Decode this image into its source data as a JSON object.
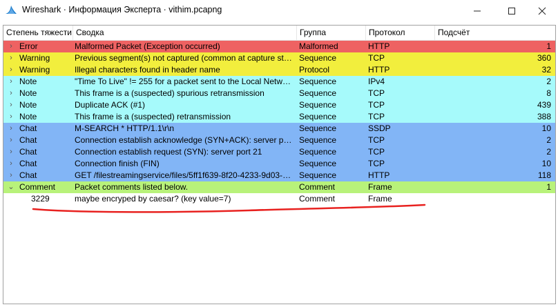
{
  "window": {
    "title": "Wireshark · Информация Эксперта · vithim.pcapng"
  },
  "table": {
    "columns": [
      "Степень тяжести",
      "Сводка",
      "Группа",
      "Протокол",
      "Подсчёт"
    ],
    "rows": [
      {
        "arrow": "›",
        "severity": "Error",
        "summary": "Malformed Packet (Exception occurred)",
        "group": "Malformed",
        "protocol": "HTTP",
        "count": "1",
        "color": "#ee6262"
      },
      {
        "arrow": "›",
        "severity": "Warning",
        "summary": "Previous segment(s) not captured (common at capture sta...",
        "group": "Sequence",
        "protocol": "TCP",
        "count": "360",
        "color": "#f2ee3d"
      },
      {
        "arrow": "›",
        "severity": "Warning",
        "summary": "Illegal characters found in header name",
        "group": "Protocol",
        "protocol": "HTTP",
        "count": "32",
        "color": "#f2ee3d"
      },
      {
        "arrow": "›",
        "severity": "Note",
        "summary": "\"Time To Live\" != 255 for a packet sent to the Local Networ...",
        "group": "Sequence",
        "protocol": "IPv4",
        "count": "2",
        "color": "#a6fafb"
      },
      {
        "arrow": "›",
        "severity": "Note",
        "summary": "This frame is a (suspected) spurious retransmission",
        "group": "Sequence",
        "protocol": "TCP",
        "count": "8",
        "color": "#a6fafb"
      },
      {
        "arrow": "›",
        "severity": "Note",
        "summary": "Duplicate ACK (#1)",
        "group": "Sequence",
        "protocol": "TCP",
        "count": "439",
        "color": "#a6fafb"
      },
      {
        "arrow": "›",
        "severity": "Note",
        "summary": "This frame is a (suspected) retransmission",
        "group": "Sequence",
        "protocol": "TCP",
        "count": "388",
        "color": "#a6fafb"
      },
      {
        "arrow": "›",
        "severity": "Chat",
        "summary": "M-SEARCH * HTTP/1.1\\r\\n",
        "group": "Sequence",
        "protocol": "SSDP",
        "count": "10",
        "color": "#82b5f6"
      },
      {
        "arrow": "›",
        "severity": "Chat",
        "summary": "Connection establish acknowledge (SYN+ACK): server por...",
        "group": "Sequence",
        "protocol": "TCP",
        "count": "2",
        "color": "#82b5f6"
      },
      {
        "arrow": "›",
        "severity": "Chat",
        "summary": "Connection establish request (SYN): server port 21",
        "group": "Sequence",
        "protocol": "TCP",
        "count": "2",
        "color": "#82b5f6"
      },
      {
        "arrow": "›",
        "severity": "Chat",
        "summary": "Connection finish (FIN)",
        "group": "Sequence",
        "protocol": "TCP",
        "count": "10",
        "color": "#82b5f6"
      },
      {
        "arrow": "›",
        "severity": "Chat",
        "summary": "GET /filestreamingservice/files/5ff1f639-8f20-4233-9d03-49...",
        "group": "Sequence",
        "protocol": "HTTP",
        "count": "118",
        "color": "#82b5f6"
      },
      {
        "arrow": "⌄",
        "severity": "Comment",
        "summary": "Packet comments listed below.",
        "group": "Comment",
        "protocol": "Frame",
        "count": "1",
        "color": "#b8f27a"
      }
    ],
    "child_row": {
      "packet": "3229",
      "summary": "maybe encryped by caesar? (key value=7)",
      "group": "Comment",
      "protocol": "Frame"
    }
  },
  "colors": {
    "underline_annotation": "#e8211f"
  }
}
